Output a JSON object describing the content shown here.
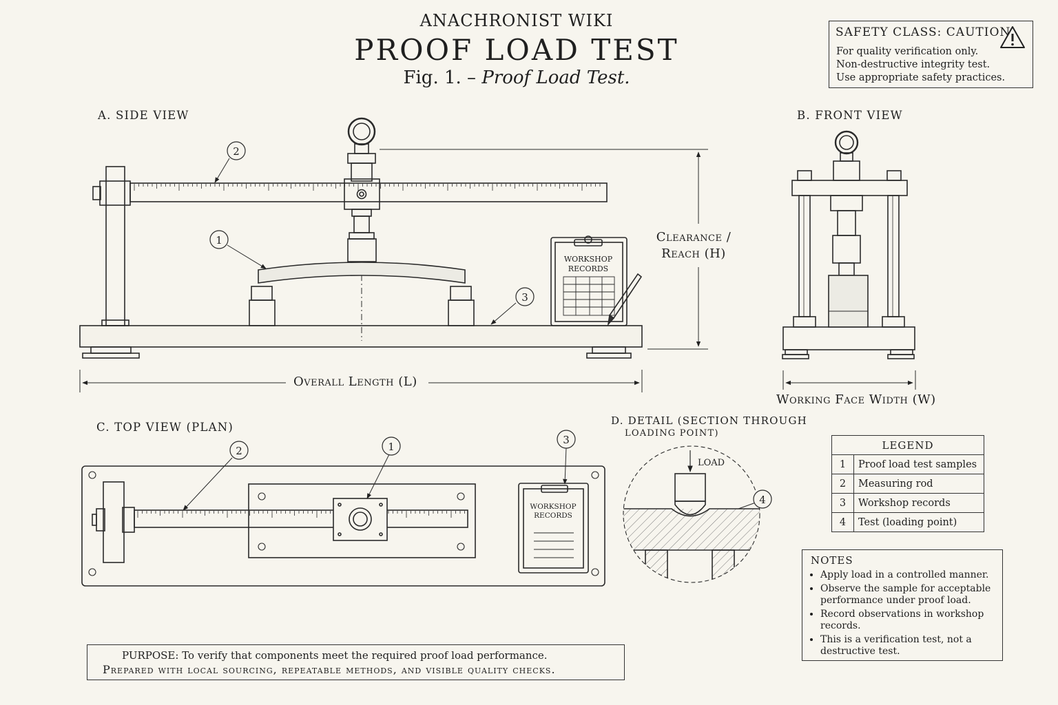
{
  "header": {
    "wiki": "ANACHRONIST WIKI",
    "title": "PROOF LOAD TEST",
    "fig_prefix": "Fig. 1. –",
    "fig_title": "Proof Load Test."
  },
  "safety": {
    "heading": "SAFETY CLASS:  CAUTION",
    "lines": [
      "For quality verification only.",
      "Non-destructive integrity test.",
      "Use appropriate safety practices."
    ],
    "icon": "warning-triangle-icon"
  },
  "views": {
    "side": "A. SIDE VIEW",
    "front": "B. FRONT VIEW",
    "top": "C. TOP VIEW (PLAN)",
    "detail_line1": "D. DETAIL (SECTION THROUGH",
    "detail_line2": "LOADING POINT)"
  },
  "dimensions": {
    "clearance_line1": "Clearance /",
    "clearance_line2": "Reach (H)",
    "overall_length": "Overall Length (L)",
    "working_face": "Working Face Width (W)"
  },
  "labels": {
    "records_line1": "WORKSHOP",
    "records_line2": "RECORDS",
    "load": "LOAD"
  },
  "callouts": [
    "1",
    "2",
    "3",
    "4"
  ],
  "legend": {
    "title": "LEGEND",
    "items": [
      {
        "num": "1",
        "text": "Proof load test samples"
      },
      {
        "num": "2",
        "text": "Measuring rod"
      },
      {
        "num": "3",
        "text": "Workshop records"
      },
      {
        "num": "4",
        "text": "Test (loading point)"
      }
    ]
  },
  "notes": {
    "title": "NOTES",
    "items": [
      "Apply load in a controlled manner.",
      "Observe the sample for acceptable performance under proof load.",
      "Record observations in workshop records.",
      "This is a verification test, not a destructive test."
    ]
  },
  "purpose": {
    "line1": "PURPOSE: To verify that components meet the required proof load performance.",
    "line2": "Prepared with local sourcing, repeatable methods, and visible quality checks."
  }
}
